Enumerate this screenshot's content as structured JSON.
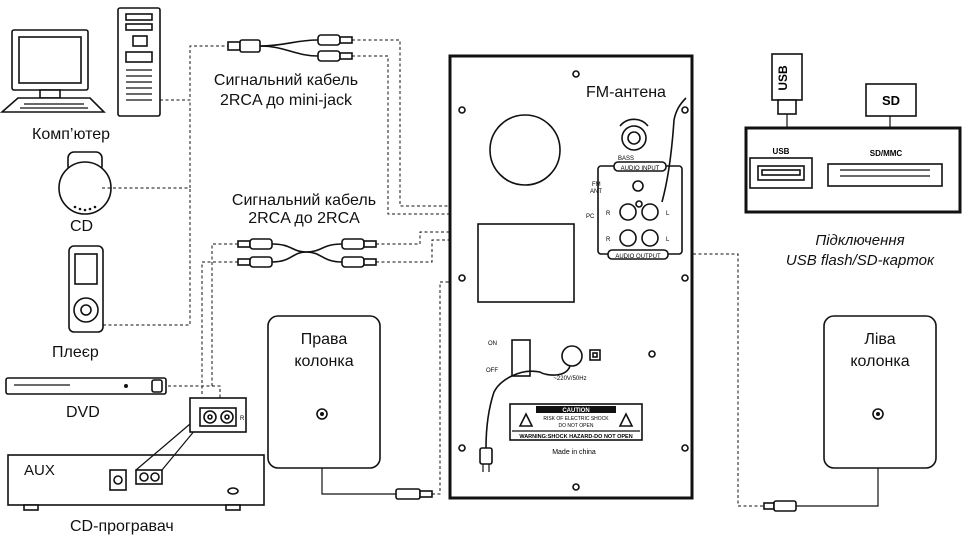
{
  "devices": {
    "computer": "Комп’ютер",
    "cd": "CD",
    "player": "Плеєр",
    "dvd": "DVD",
    "cd_player": "CD-програвач",
    "aux": "AUX"
  },
  "cables": {
    "minijack_line1": "Сигнальний кабель",
    "minijack_line2": "2RCA до mini-jack",
    "rca_line1": "Сигнальний кабель",
    "rca_line2": "2RCA до 2RCA"
  },
  "panel": {
    "fm_antenna": "FM-антена",
    "bass": "BASS",
    "audio_input": "AUDIO INPUT",
    "audio_output": "AUDIO OUTPUT",
    "fm_ant": "FM",
    "fm_ant2": "ANT",
    "pc": "PC",
    "r": "R",
    "l": "L",
    "on": "ON",
    "off": "OFF",
    "voltage": "~220V/50Hz",
    "caution": "CAUTION",
    "risk1": "RISK OF ELECTRIC SHOCK",
    "risk2": "DO NOT OPEN",
    "warning": "WARNING:SHOCK HAZARD-DO NOT OPEN",
    "made_in": "Made in china"
  },
  "speakers": {
    "right_line1": "Права",
    "right_line2": "колонка",
    "left_line1": "Ліва",
    "left_line2": "колонка"
  },
  "storage": {
    "usb_stick": "USB",
    "sd_card": "SD",
    "usb_port": "USB",
    "sd_port": "SD/MMC",
    "caption_line1": "Підключення",
    "caption_line2": "USB flash/SD-карток"
  },
  "cd_player_jack_r": "R"
}
